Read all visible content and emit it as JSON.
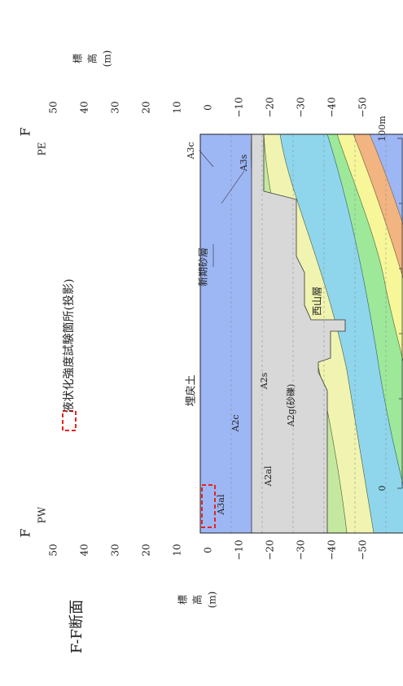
{
  "title": "F-F断面",
  "section_ends": {
    "left": "F",
    "left_label": "PW",
    "right": "F",
    "right_label": "PE"
  },
  "axis": {
    "label_chars": [
      "標",
      "高",
      "(m)"
    ],
    "ticks": [
      "50",
      "40",
      "30",
      "20",
      "10",
      "0",
      "−10",
      "−20",
      "−30",
      "−40",
      "−50"
    ]
  },
  "legend": {
    "label": "液状化強度試験箇所(投影)",
    "color": "#e8231c"
  },
  "scale": {
    "start": "0",
    "end": "100m"
  },
  "layers": [
    {
      "key": "fill",
      "label": "埋戻土",
      "color": "#d8d8d8"
    },
    {
      "key": "new",
      "label": "新期砂層",
      "color": "#c5e8a0"
    },
    {
      "key": "A3c",
      "label": "A3c",
      "color": "#e4efa0"
    },
    {
      "key": "A3s",
      "label": "A3s",
      "color": "#dcef98"
    },
    {
      "key": "A3al",
      "label": "A3al",
      "color": "#f0f4b0"
    },
    {
      "key": "A2c",
      "label": "A2c",
      "color": "#8fd6ec"
    },
    {
      "key": "A2al",
      "label": "A2al",
      "color": "#9ee89a"
    },
    {
      "key": "A2s",
      "label": "A2s",
      "color": "#f7f79a"
    },
    {
      "key": "A2g",
      "label": "A2g(砂礫)",
      "color": "#f2b480"
    },
    {
      "key": "base",
      "label": "西山層",
      "color": "#9db6f4"
    }
  ]
}
